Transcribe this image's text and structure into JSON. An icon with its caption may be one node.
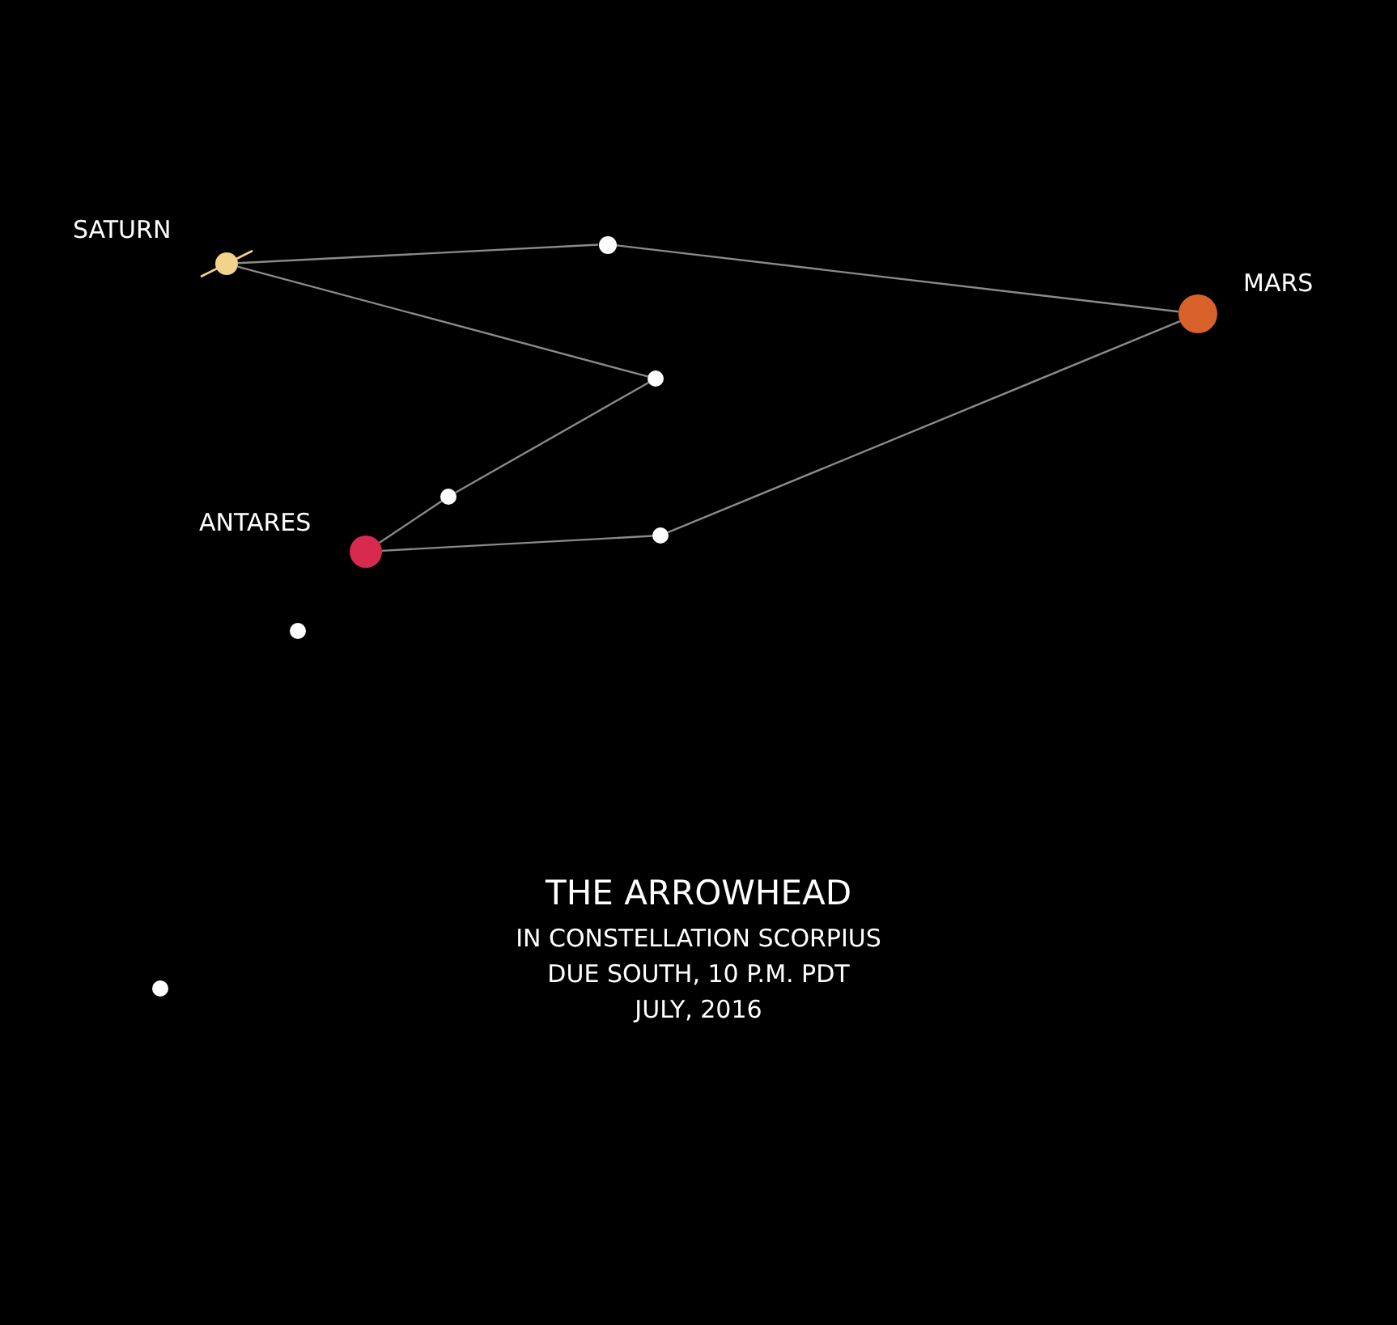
{
  "diagram": {
    "title": "THE ARROWHEAD",
    "nodes": [
      {
        "text": [],
        "shape": "circle",
        "beside": [
          "SATURN"
        ]
      },
      {
        "text": [],
        "shape": "circle"
      },
      {
        "text": [],
        "shape": "circle",
        "beside": [
          "MARS"
        ]
      },
      {
        "text": [],
        "shape": "circle"
      },
      {
        "text": [],
        "shape": "circle"
      },
      {
        "text": [],
        "shape": "circle"
      },
      {
        "text": [],
        "shape": "circle",
        "beside": [
          "ANTARES"
        ]
      },
      {
        "text": [],
        "shape": "circle"
      },
      {
        "text": [],
        "shape": "circle"
      }
    ],
    "edges": [
      {
        "from": 0,
        "to": 1,
        "arrow": "none"
      },
      {
        "from": 1,
        "to": 2,
        "arrow": "none"
      },
      {
        "from": 0,
        "to": 3,
        "arrow": "none"
      },
      {
        "from": 3,
        "to": 4,
        "arrow": "none"
      },
      {
        "from": 4,
        "to": 6,
        "arrow": "none"
      },
      {
        "from": 6,
        "to": 5,
        "arrow": "none"
      },
      {
        "from": 5,
        "to": 2,
        "arrow": "none"
      }
    ],
    "labels": [
      "IN CONSTELLATION SCORPIUS",
      "DUE SOUTH, 10 P.M. PDT",
      "JULY, 2016"
    ]
  }
}
